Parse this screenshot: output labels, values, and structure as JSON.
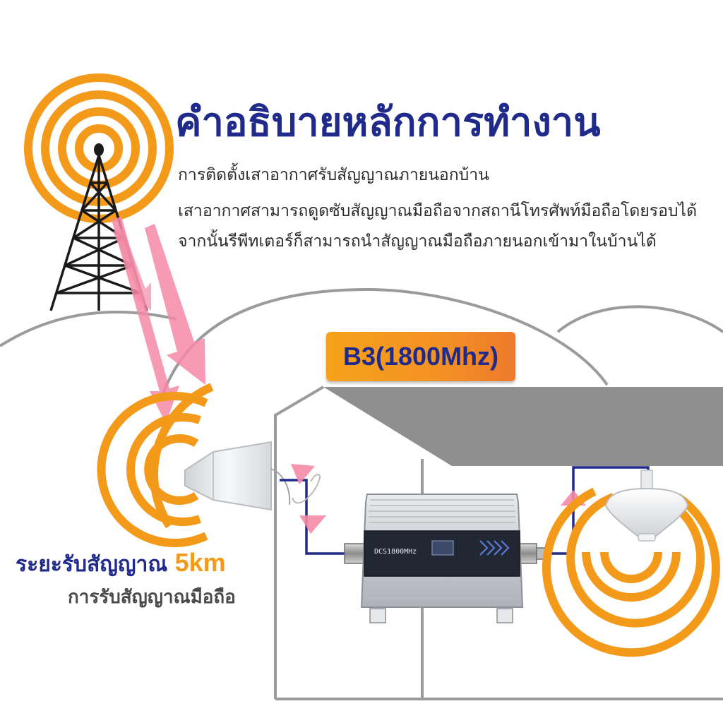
{
  "title": "คำอธิบายหลักการทำงาน",
  "description": [
    "การติดตั้งเสาอากาศรับสัญญาณภายนอกบ้าน",
    "เสาอากาศสามารถดูดซับสัญญาณมือถือจากสถานีโทรศัพท์มือถือโดยรอบได้",
    "จากนั้นรีพีทเตอร์ก็สามารถนำสัญญาณมือถือภายนอกเข้ามาในบ้านได้"
  ],
  "band_label": "B3(1800Mhz)",
  "range_label": "ระยะรับสัญญาณ",
  "range_value": "5km",
  "range_caption": "การรับสัญญาณมือถือ",
  "device_label": "DCS1800MHz",
  "colors": {
    "title": "#1f2a8a",
    "signal_rings": "#f39a1a",
    "signal_arrows": "#f48aa6",
    "cable": "#1f2a8a",
    "band_badge": "#f39124",
    "outline": "#9a9a9a",
    "roof": "#8f8f8f"
  },
  "icons": [
    "cell-tower-icon",
    "outdoor-antenna-icon",
    "repeater-device-icon",
    "ceiling-antenna-icon",
    "signal-rings-icon"
  ]
}
